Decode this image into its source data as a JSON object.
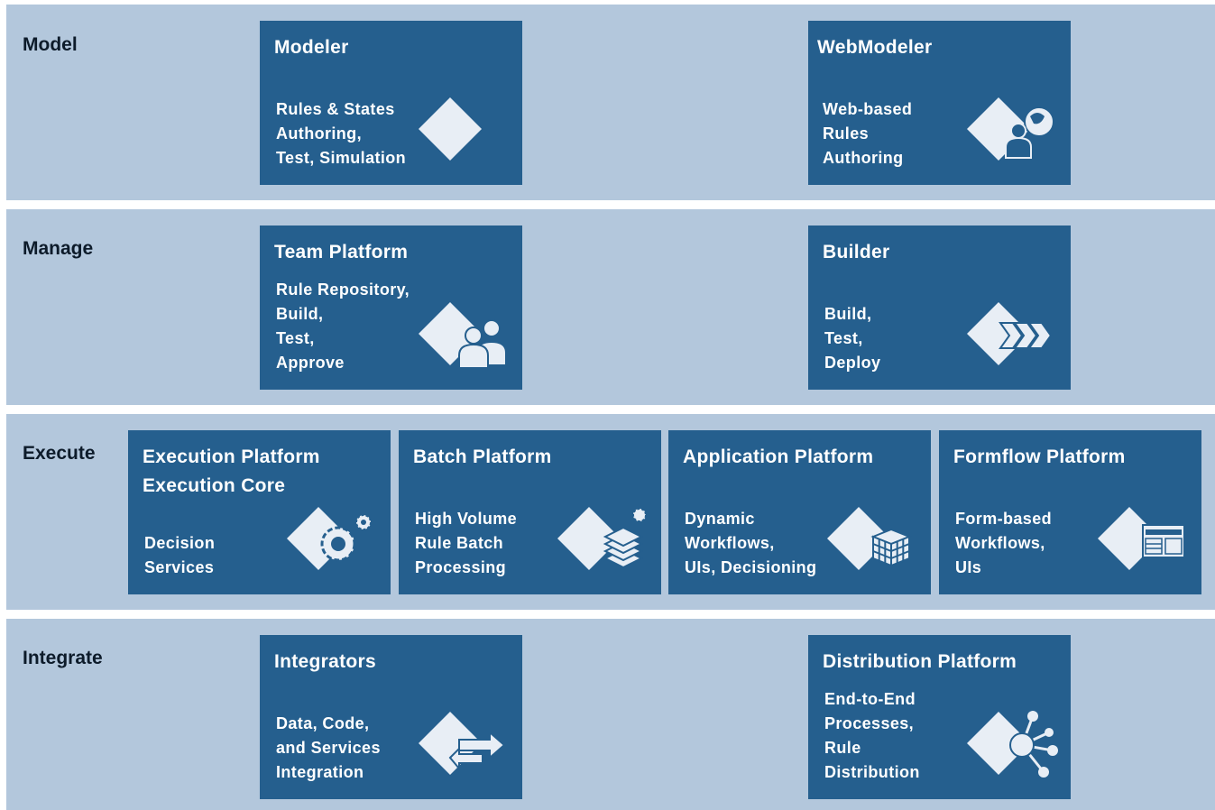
{
  "layers": [
    {
      "label": "Model",
      "boxes": [
        {
          "title": "Modeler",
          "desc": "Rules & States\nAuthoring,\nTest, Simulation",
          "icon": "diamond-icon"
        },
        {
          "title": "WebModeler",
          "desc": "Web-based\nRules\nAuthoring",
          "icon": "web-user-icon"
        }
      ]
    },
    {
      "label": "Manage",
      "boxes": [
        {
          "title": "Team Platform",
          "desc": "Rule Repository,\nBuild,\nTest,\nApprove",
          "icon": "team-icon"
        },
        {
          "title": "Builder",
          "desc": "Build,\nTest,\nDeploy",
          "icon": "pipeline-icon"
        }
      ]
    },
    {
      "label": "Execute",
      "boxes": [
        {
          "title": "Execution Platform\nExecution Core",
          "desc": "Decision\nServices",
          "icon": "gears-icon"
        },
        {
          "title": "Batch Platform",
          "desc": "High Volume\nRule Batch\nProcessing",
          "icon": "batch-stack-icon"
        },
        {
          "title": "Application Platform",
          "desc": "Dynamic\nWorkflows,\nUIs, Decisioning",
          "icon": "cube-grid-icon"
        },
        {
          "title": "Formflow Platform",
          "desc": "Form-based\nWorkflows,\nUIs",
          "icon": "form-icon"
        }
      ]
    },
    {
      "label": "Integrate",
      "boxes": [
        {
          "title": "Integrators",
          "desc": "Data, Code,\nand Services\nIntegration",
          "icon": "exchange-arrows-icon"
        },
        {
          "title": "Distribution Platform",
          "desc": "End-to-End\nProcesses,\nRule\nDistribution",
          "icon": "distribution-network-icon"
        }
      ]
    }
  ],
  "colors": {
    "band": "#b3c7dc",
    "box": "#255f8e",
    "icon_fill": "#e8eef5"
  }
}
